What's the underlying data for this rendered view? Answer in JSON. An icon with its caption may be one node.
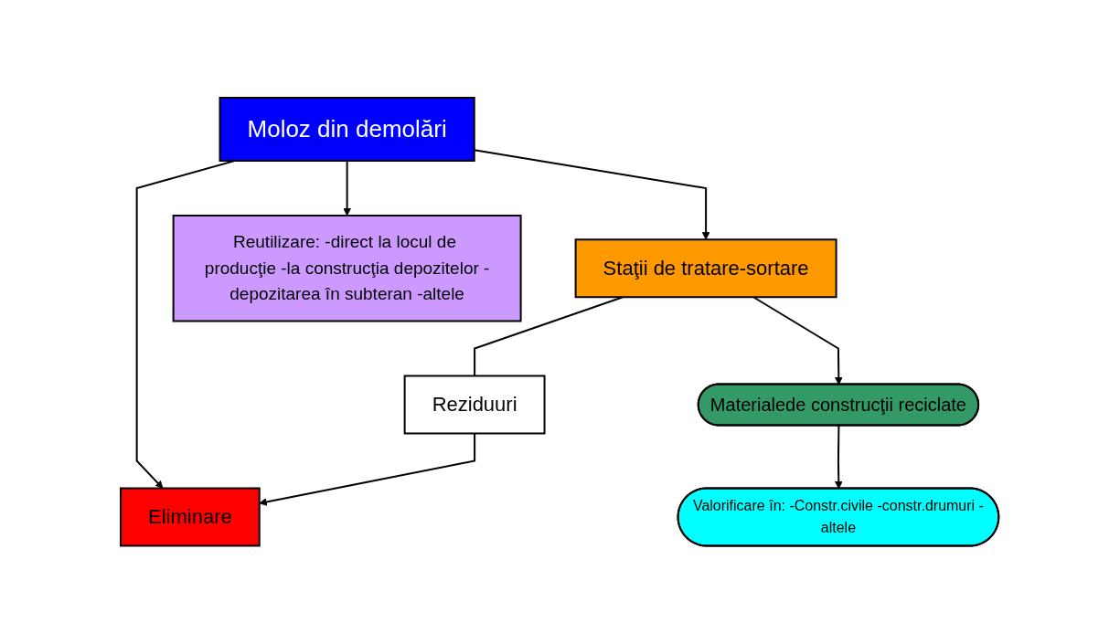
{
  "diagram": {
    "nodes": [
      {
        "text": [
          "Moloz din demolări"
        ]
      },
      {
        "text": [
          "Reziduuri"
        ]
      },
      {
        "text": [
          "Staţii de tratare-sortare"
        ]
      },
      {
        "text": [
          "Materialede construcţii reciclate"
        ]
      },
      {
        "text": [
          "Eliminare"
        ]
      },
      {
        "text": [
          "Valorificare în: -Constr.civile -constr.drumuri -altele"
        ]
      },
      {
        "text": [
          "Reutilizare: -direct la locul de producţie -la construcţia depozitelor -depozitarea în subteran -altele"
        ]
      }
    ],
    "edges": [
      {
        "from": 0,
        "to": 4,
        "arrow": "to"
      },
      {
        "from": 0,
        "to": 2,
        "arrow": "to"
      },
      {
        "from": 0,
        "to": 6,
        "arrow": "to"
      },
      {
        "from": 2,
        "to": 1,
        "arrow": "none"
      },
      {
        "from": 1,
        "to": 4,
        "arrow": "to"
      },
      {
        "from": 2,
        "to": 3,
        "arrow": "to"
      },
      {
        "from": 3,
        "to": 5,
        "arrow": "to"
      }
    ]
  }
}
